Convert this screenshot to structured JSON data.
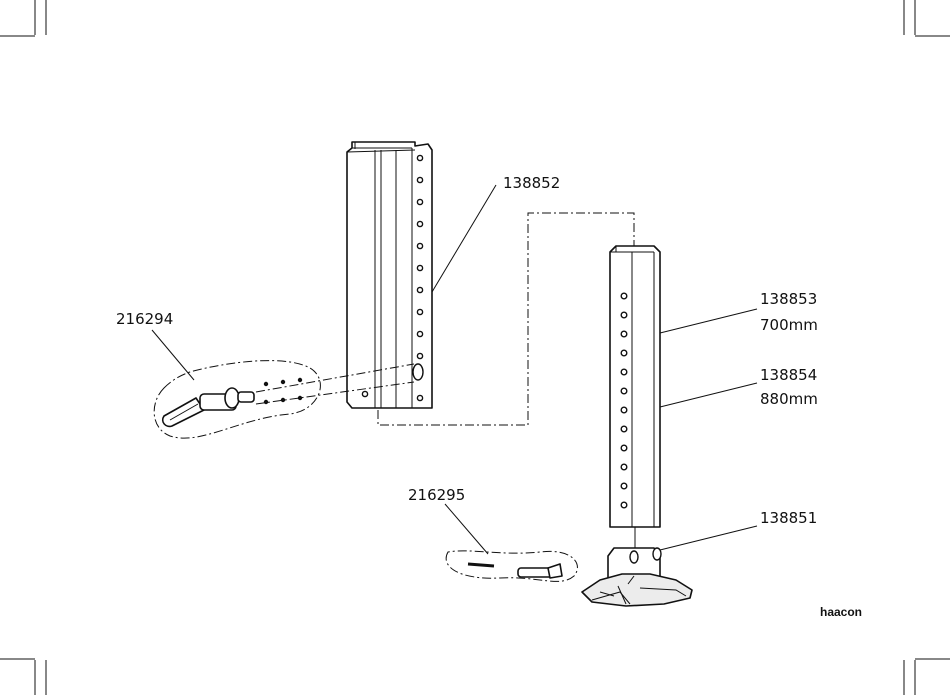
{
  "parts": {
    "upper_tube": {
      "number": "138852"
    },
    "lower_tube": {
      "number_a": "138853",
      "length_a": "700mm",
      "number_b": "138854",
      "length_b": "880mm"
    },
    "foot": {
      "number": "138851"
    },
    "locking_pin": {
      "number": "216294"
    },
    "pin_set": {
      "number": "216295"
    }
  },
  "brand": {
    "name": "haacon"
  }
}
